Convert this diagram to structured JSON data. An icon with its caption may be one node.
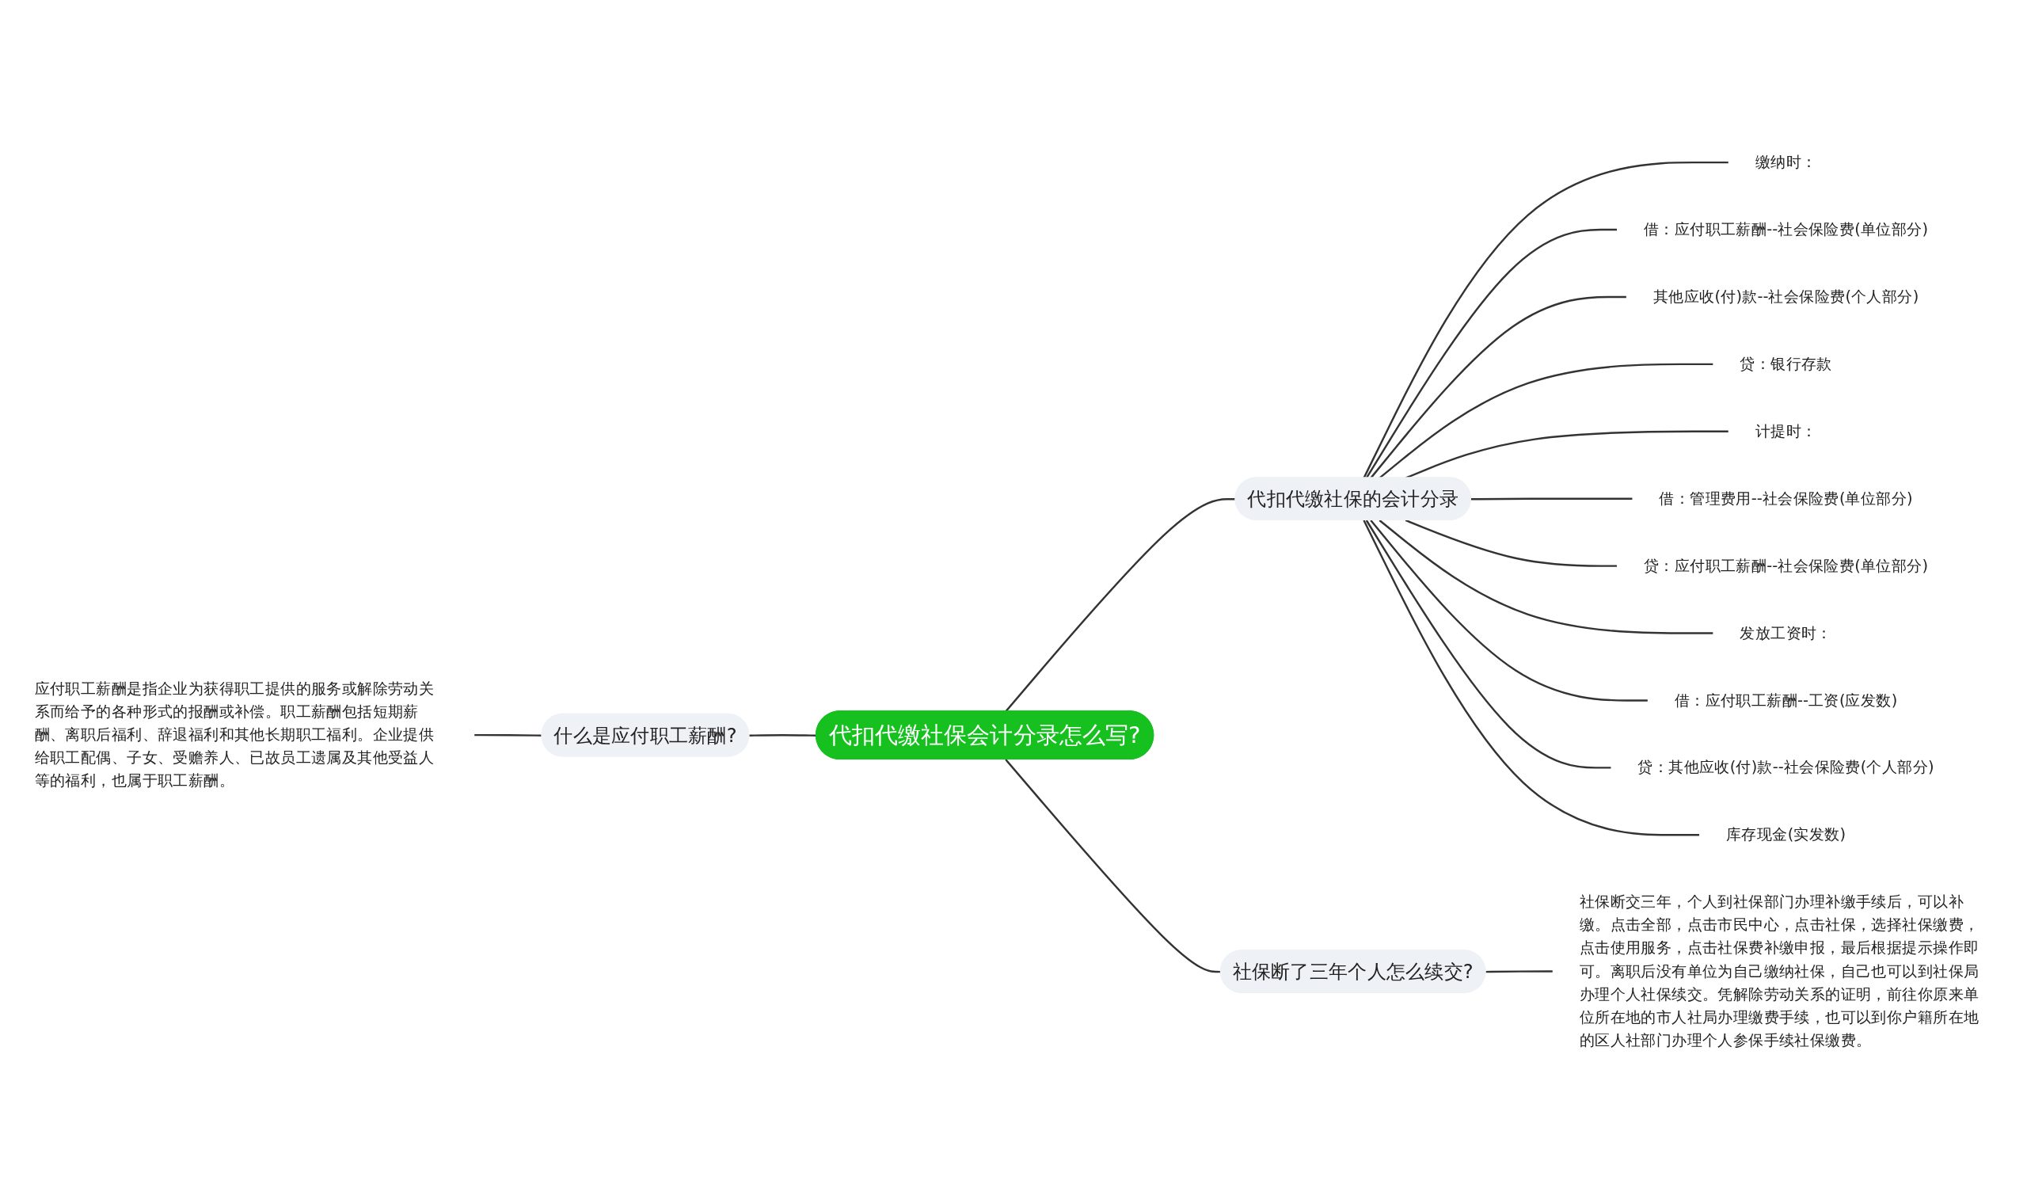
{
  "diagram": {
    "nodes": [
      {
        "text": [
          "代扣代缴社保会计分录怎么写?"
        ]
      },
      {
        "text": [
          "代扣代缴社保的会计分录"
        ]
      },
      {
        "text": [
          "缴纳时："
        ]
      },
      {
        "text": [
          "借：应付职工薪酬--社会保险费(单位部分)"
        ]
      },
      {
        "text": [
          "其他应收(付)款--社会保险费(个人部分)"
        ]
      },
      {
        "text": [
          "贷：银行存款"
        ]
      },
      {
        "text": [
          "计提时："
        ]
      },
      {
        "text": [
          "借：管理费用--社会保险费(单位部分)"
        ]
      },
      {
        "text": [
          "贷：应付职工薪酬--社会保险费(单位部分)"
        ]
      },
      {
        "text": [
          "发放工资时："
        ]
      },
      {
        "text": [
          "借：应付职工薪酬--工资(应发数)"
        ]
      },
      {
        "text": [
          "贷：其他应收(付)款--社会保险费(个人部分)"
        ]
      },
      {
        "text": [
          "库存现金(实发数)"
        ]
      },
      {
        "text": [
          "什么是应付职工薪酬?"
        ]
      },
      {
        "text": [
          "应付职工薪酬是指企业为获得职工提供的服务或解除劳动关系而给予的各种形式的报酬或补偿。职工薪酬包括短期薪酬、离职后福利、辞退福利和其他长期职工福利。企业提供给职工配偶、子女、受赡养人、已故员工遗属及其他受益人等的福利，也属于职工薪酬。"
        ]
      },
      {
        "text": [
          "社保断了三年个人怎么续交?"
        ]
      },
      {
        "text": [
          "社保断交三年，个人到社保部门办理补缴手续后，可以补缴。点击全部，点击市民中心，点击社保，选择社保缴费，点击使用服务，点击社保费补缴申报，最后根据提示操作即可。离职后没有单位为自己缴纳社保，自己也可以到社保局办理个人社保续交。凭解除劳动关系的证明，前往你原来单位所在地的市人社局办理缴费手续，也可以到你户籍所在地的区人社部门办理个人参保手续社保缴费。"
        ]
      }
    ],
    "edges": [
      {
        "from": 0,
        "to": 1,
        "arrow": "none"
      },
      {
        "from": 1,
        "to": 2,
        "arrow": "none"
      },
      {
        "from": 1,
        "to": 3,
        "arrow": "none"
      },
      {
        "from": 1,
        "to": 4,
        "arrow": "none"
      },
      {
        "from": 1,
        "to": 5,
        "arrow": "none"
      },
      {
        "from": 1,
        "to": 6,
        "arrow": "none"
      },
      {
        "from": 1,
        "to": 7,
        "arrow": "none"
      },
      {
        "from": 1,
        "to": 8,
        "arrow": "none"
      },
      {
        "from": 1,
        "to": 9,
        "arrow": "none"
      },
      {
        "from": 1,
        "to": 10,
        "arrow": "none"
      },
      {
        "from": 1,
        "to": 11,
        "arrow": "none"
      },
      {
        "from": 1,
        "to": 12,
        "arrow": "none"
      },
      {
        "from": 14,
        "to": 13,
        "arrow": "none"
      },
      {
        "from": 13,
        "to": 0,
        "arrow": "none"
      },
      {
        "from": 0,
        "to": 15,
        "arrow": "none"
      },
      {
        "from": 15,
        "to": 16,
        "arrow": "none"
      }
    ]
  }
}
